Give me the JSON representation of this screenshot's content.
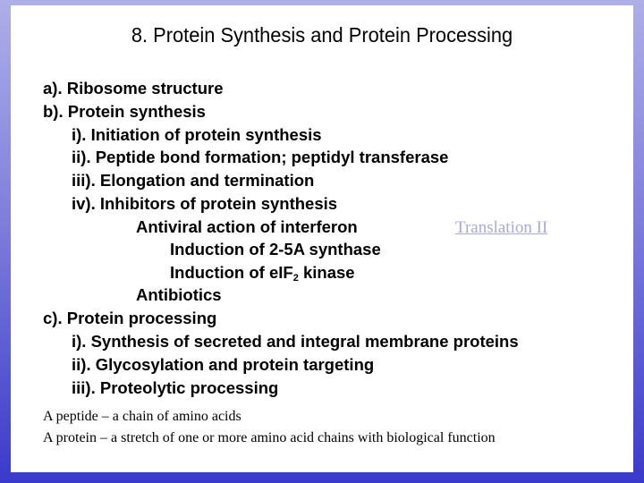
{
  "slide": {
    "title": "8. Protein Synthesis and Protein Processing",
    "outline": [
      {
        "level": 0,
        "text": "a). Ribosome structure"
      },
      {
        "level": 0,
        "text": "b). Protein synthesis"
      },
      {
        "level": 1,
        "text": "i). Initiation of protein synthesis"
      },
      {
        "level": 1,
        "text": "ii). Peptide bond formation; peptidyl transferase"
      },
      {
        "level": 1,
        "text": "iii). Elongation and termination"
      },
      {
        "level": 1,
        "text": "iv). Inhibitors of protein synthesis"
      },
      {
        "level": 2,
        "text": "Antiviral action of interferon"
      },
      {
        "level": 3,
        "text": "Induction of 2-5A synthase"
      },
      {
        "level": 3,
        "text_before": "Induction of eIF",
        "subscript": "2",
        "text_after": " kinase"
      },
      {
        "level": 2,
        "text": "Antibiotics"
      },
      {
        "level": 0,
        "text": "c). Protein processing"
      },
      {
        "level": 1,
        "text": "i). Synthesis of secreted and integral membrane proteins"
      },
      {
        "level": 1,
        "text": "ii). Glycosylation and protein targeting"
      },
      {
        "level": 1,
        "text": "iii). Proteolytic processing"
      }
    ],
    "link": {
      "label": "Translation II",
      "color": "#a8a8dc"
    },
    "notes": [
      "A peptide – a chain of amino acids",
      "A protein – a stretch of one or more amino acid chains with biological function"
    ]
  },
  "colors": {
    "background_top": "#aeaee8",
    "background_bottom": "#3a3acc",
    "panel": "#ffffff"
  }
}
